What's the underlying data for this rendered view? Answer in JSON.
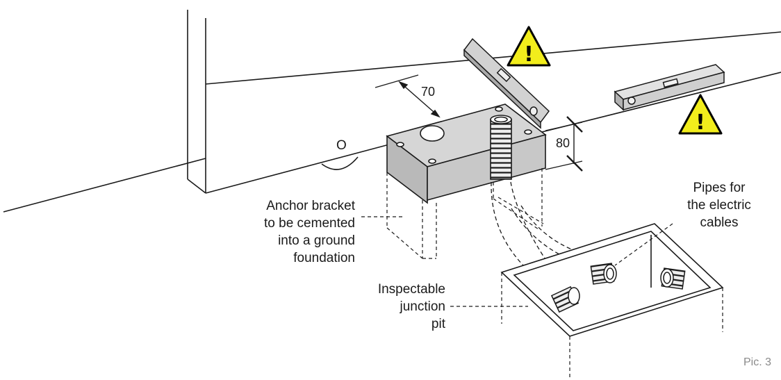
{
  "labels": {
    "anchor_bracket": [
      "Anchor bracket",
      "to be cemented",
      "into a ground",
      "foundation"
    ],
    "junction_pit": [
      "Inspectable",
      "junction",
      "pit"
    ],
    "pipes": [
      "Pipes for",
      "the electric",
      "cables"
    ]
  },
  "dimensions": {
    "width": "70",
    "height": "80"
  },
  "gate_mark": "O",
  "warning_symbol": "!",
  "caption": "Pic. 3",
  "icons": [
    "warning-triangle-icon",
    "spirit-level-icon"
  ],
  "colors": {
    "warning_fill": "#f2ed1c",
    "bracket_fill": "#c8c8c8",
    "level_fill": "#d2d2d2",
    "line": "#1a1a1a",
    "caption": "#8a8a8a"
  }
}
